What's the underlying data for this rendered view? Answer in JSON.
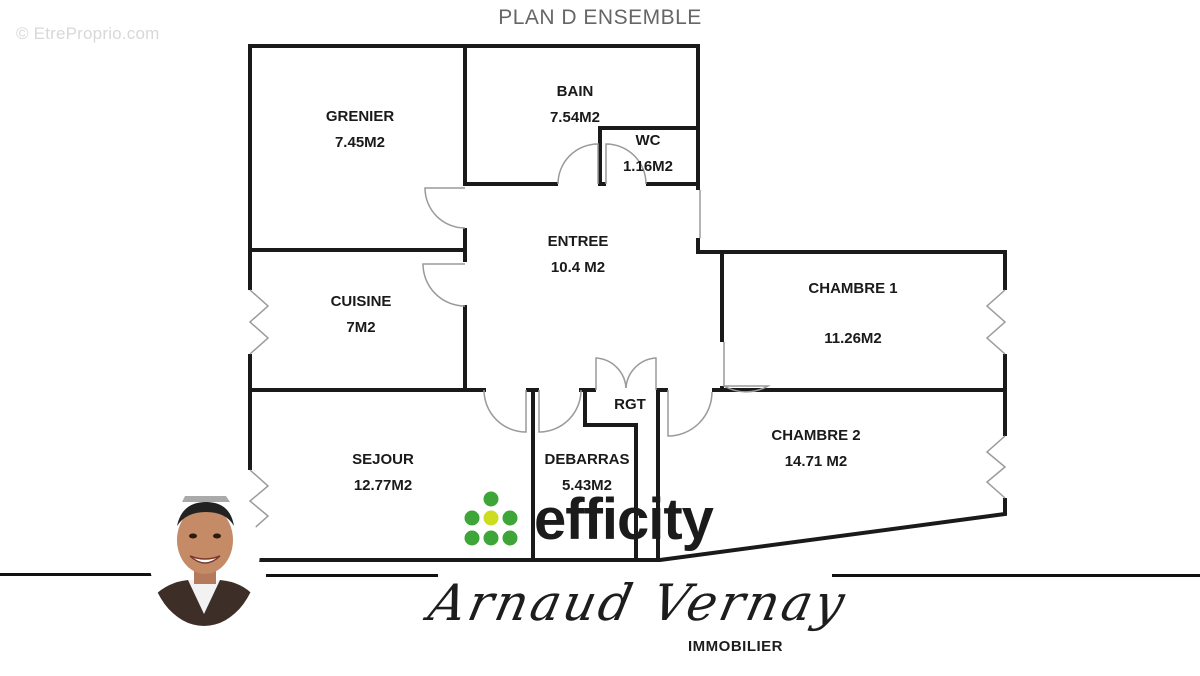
{
  "watermark": "© EtreProprio.com",
  "plan_title": "PLAN D ENSEMBLE",
  "rooms": {
    "grenier": {
      "name": "GRENIER",
      "area": "7.45M2"
    },
    "bain": {
      "name": "BAIN",
      "area": "7.54M2"
    },
    "wc": {
      "name": "WC",
      "area": "1.16M2"
    },
    "entree": {
      "name": "ENTREE",
      "area": "10.4 M2"
    },
    "cuisine": {
      "name": "CUISINE",
      "area": "7M2"
    },
    "chambre1": {
      "name": "CHAMBRE 1",
      "area": "11.26M2"
    },
    "rgt": {
      "name": "RGT"
    },
    "sejour": {
      "name": "SEJOUR",
      "area": "12.77M2"
    },
    "debarras": {
      "name": "DEBARRAS",
      "area": "5.43M2"
    },
    "chambre2": {
      "name": "CHAMBRE 2",
      "area": "14.71 M2"
    }
  },
  "brand": {
    "logo_text": "efficity",
    "logo_dot_colors": [
      "#3ea638",
      "#cddc1e"
    ],
    "signature": "Arnaud Vernay",
    "subtitle": "IMMOBILIER"
  },
  "colors": {
    "wall": "#1a1a1a",
    "door": "#9a9a9a",
    "title": "#666666"
  }
}
